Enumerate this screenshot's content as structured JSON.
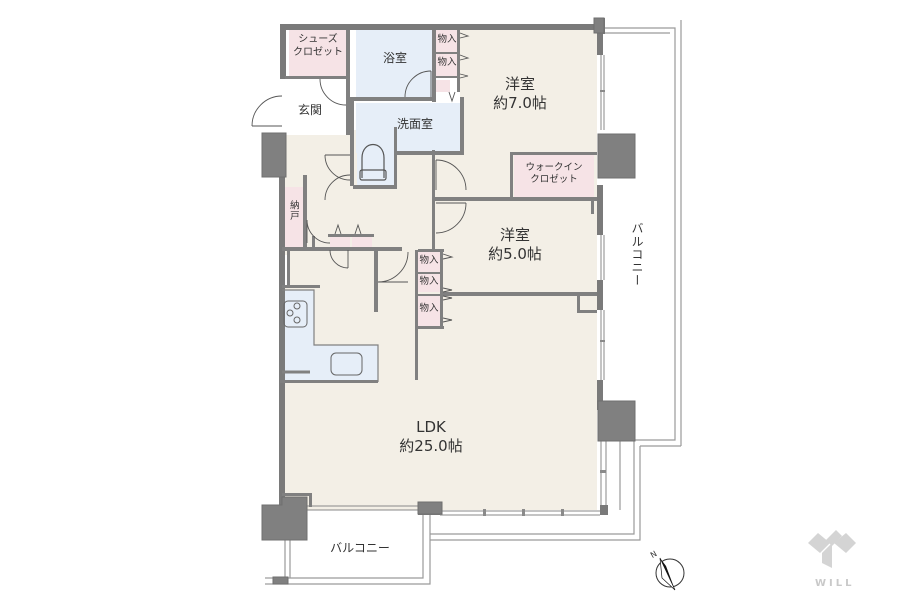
{
  "floor_plan": {
    "rooms": {
      "shoe_closet": {
        "label_line1": "シューズ",
        "label_line2": "クロゼット"
      },
      "bathroom": {
        "label": "浴室"
      },
      "entrance": {
        "label": "玄関"
      },
      "washroom": {
        "label": "洗面室"
      },
      "storeroom": {
        "label": "納戸"
      },
      "western_room_1": {
        "label": "洋室",
        "size": "約7.0帖"
      },
      "walk_in_closet": {
        "label_line1": "ウォークイン",
        "label_line2": "クロゼット"
      },
      "western_room_2": {
        "label": "洋室",
        "size": "約5.0帖"
      },
      "ldk": {
        "label": "LDK",
        "size": "約25.0帖"
      },
      "balcony_east": {
        "label": "バルコニー"
      },
      "balcony_south": {
        "label": "バルコニー"
      }
    },
    "storage_closets": [
      {
        "label": "物入"
      },
      {
        "label": "物入"
      },
      {
        "label": "物入"
      },
      {
        "label": "物入"
      },
      {
        "label": "物入"
      }
    ],
    "compass": {
      "label": "N"
    },
    "logo": {
      "text": "WILL"
    },
    "colors": {
      "wall": "#7a7a7a",
      "pillar": "#808080",
      "floor": "#f3efe6",
      "wet_area": "#e6eef8",
      "closet": "#f6e3e6",
      "outline": "#999999",
      "logo": "#d0d0d0"
    }
  }
}
